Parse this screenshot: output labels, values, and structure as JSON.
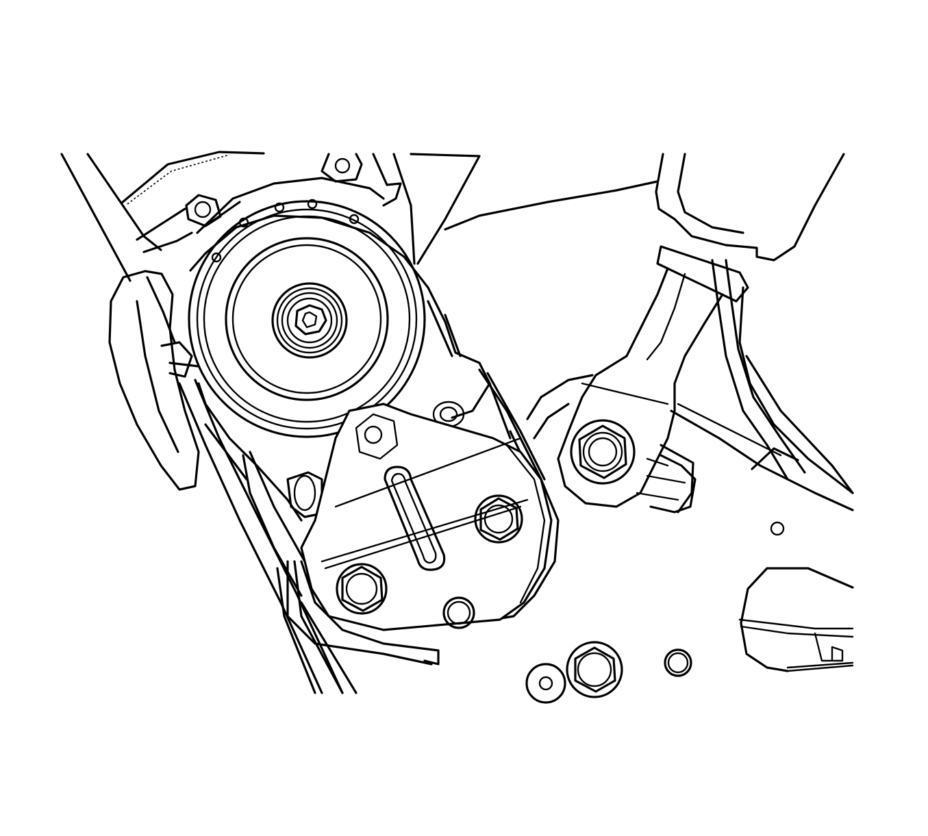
{
  "diagram": {
    "style": "black line art on white background",
    "colors": {
      "stroke": "#000000",
      "background": "#ffffff"
    },
    "components": [
      "tensioner-pulley",
      "pulley-center-bolt",
      "mounting-bracket",
      "bracket-bolt-upper",
      "bracket-bolt-lower",
      "bracket-slot",
      "tensioner-arm",
      "arm-pivot-bolt",
      "engine-block-bolt",
      "engine-block-left",
      "engine-block-right"
    ]
  }
}
